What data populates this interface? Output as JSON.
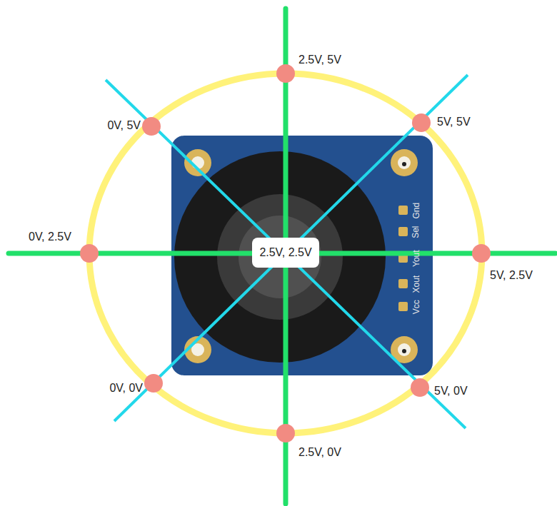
{
  "diagram": {
    "nodes": [
      {
        "text": [
          "2.5V, 2.5V"
        ]
      }
    ],
    "labels": [
      "2.5V, 5V",
      "0V, 5V",
      "5V, 5V",
      "0V, 2.5V",
      "5V, 2.5V",
      "0V, 0V",
      "5V, 0V",
      "2.5V, 0V",
      "Gnd",
      "Sel",
      "Yout",
      "Xout",
      "Vcc"
    ]
  }
}
